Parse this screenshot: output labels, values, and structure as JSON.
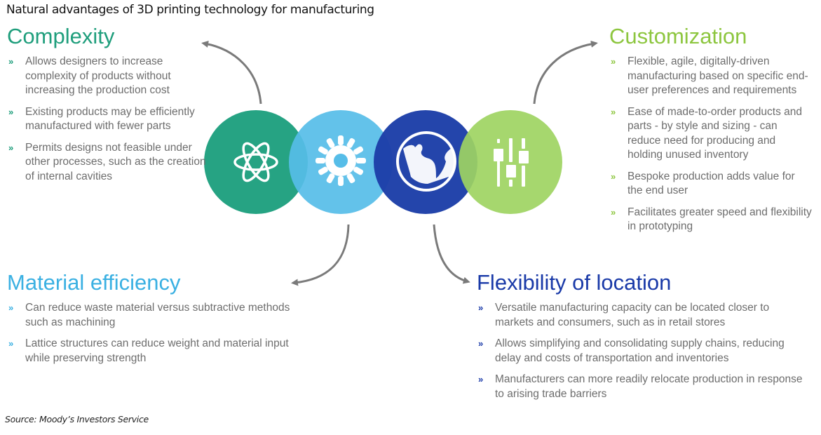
{
  "title": "Natural advantages of 3D printing technology for manufacturing",
  "colors": {
    "complexity": "#1fa07f",
    "material": "#56bde8",
    "location": "#1d3fa8",
    "customization": "#9ed462",
    "text": "#6d6d6d",
    "arrow": "#7a7a7a"
  },
  "sections": {
    "complexity": {
      "heading": "Complexity",
      "icon": "atom-icon",
      "bullets": [
        "Allows designers to increase complexity of products without increasing the production cost",
        "Existing products may be efficiently manufactured with fewer parts",
        "Permits designs not feasible under other processes, such as the creation of internal cavities"
      ]
    },
    "customization": {
      "heading": "Customization",
      "icon": "sliders-icon",
      "bullets": [
        "Flexible, agile, digitally-driven manufacturing based on specific end-user preferences and requirements",
        "Ease of made-to-order products and parts - by style and sizing - can reduce need for producing and holding unused inventory",
        "Bespoke production adds value for the end user",
        "Facilitates greater speed and flexibility in prototyping"
      ]
    },
    "material": {
      "heading": "Material efficiency",
      "icon": "gear-icon",
      "bullets": [
        "Can reduce waste material versus subtractive methods such as machining",
        "Lattice structures can reduce weight and material input while preserving strength"
      ]
    },
    "location": {
      "heading": "Flexibility of location",
      "icon": "globe-icon",
      "bullets": [
        "Versatile manufacturing capacity can be located closer to markets and consumers, such as in retail stores",
        "Allows simplifying and consolidating supply chains, reducing delay and costs of transportation and inventories",
        "Manufacturers can more readily relocate production in response to arising trade barriers"
      ]
    }
  },
  "bullet_glyph": "»",
  "source": "Source: Moody’s Investors Service"
}
